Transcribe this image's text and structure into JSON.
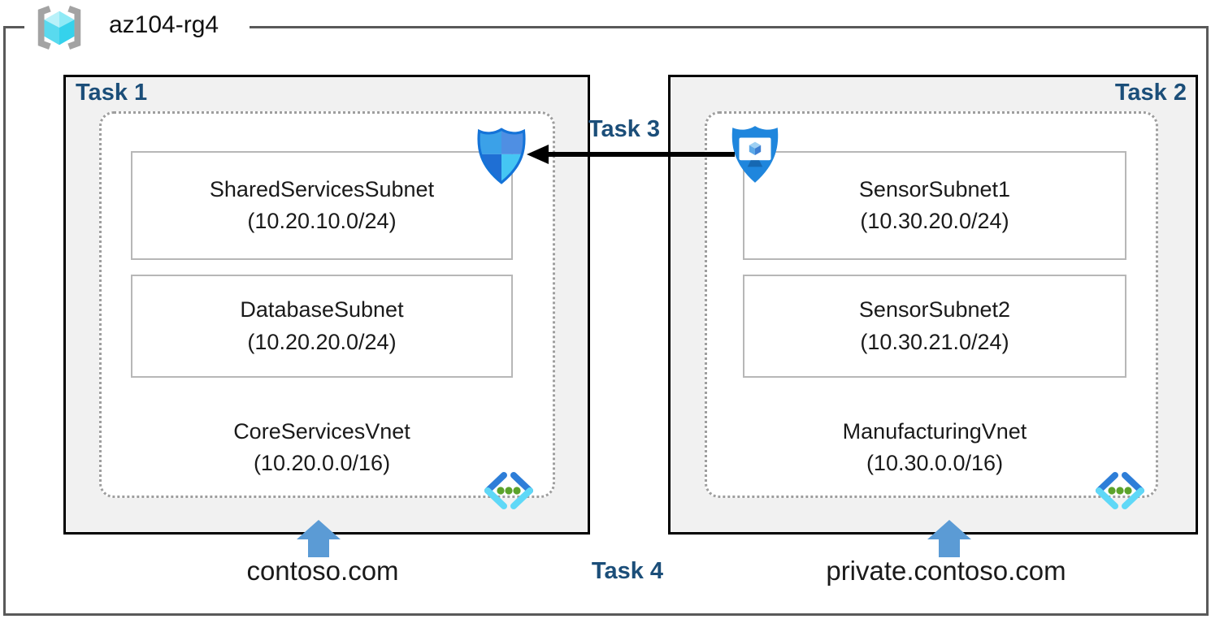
{
  "title": {
    "resource_group": "az104-rg4"
  },
  "task_labels": {
    "task1": "Task 1",
    "task2": "Task 2",
    "task3": "Task 3",
    "task4": "Task 4"
  },
  "vnets": [
    {
      "name": "CoreServicesVnet",
      "cidr": "(10.20.0.0/16)",
      "dns": "contoso.com",
      "subnets": [
        {
          "name": "SharedServicesSubnet",
          "cidr": "(10.20.10.0/24)"
        },
        {
          "name": "DatabaseSubnet",
          "cidr": "(10.20.20.0/24)"
        }
      ]
    },
    {
      "name": "ManufacturingVnet",
      "cidr": "(10.30.0.0/16)",
      "dns": "private.contoso.com",
      "subnets": [
        {
          "name": "SensorSubnet1",
          "cidr": "(10.30.20.0/24)"
        },
        {
          "name": "SensorSubnet2",
          "cidr": "(10.30.21.0/24)"
        }
      ]
    }
  ],
  "icons": {
    "resource_group": "resource-group-icon",
    "nsg": "network-security-group-icon",
    "bastion": "bastion-icon",
    "vnet": "virtual-network-icon",
    "dns_arrow": "up-arrow-icon"
  },
  "colors": {
    "task_label": "#1b4e79",
    "task_box_bg": "#f1f1f1",
    "task_box_border": "#000000",
    "frame_border": "#595959",
    "dashed_border": "#9e9e9e",
    "subnet_border": "#b7b7b7",
    "dns_arrow_blue": "#5b9bd5",
    "peering_arrow": "#000000"
  }
}
